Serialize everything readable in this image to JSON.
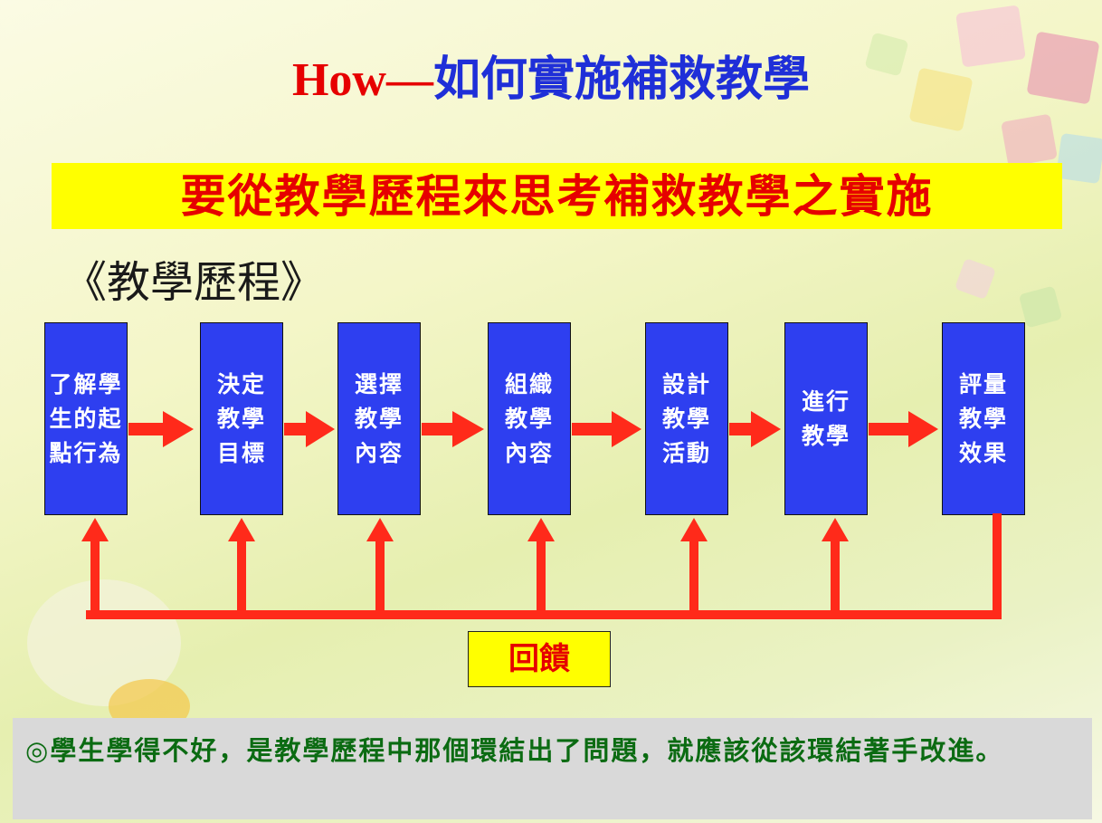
{
  "title": {
    "en": "How",
    "dash": "—",
    "zh": "如何實施補救教學"
  },
  "banner": "要從教學歷程來思考補救教學之實施",
  "process_label": "《教學歷程》",
  "steps": [
    {
      "label": "了解學\n生的起\n點行為"
    },
    {
      "label": "決定\n教學\n目標"
    },
    {
      "label": "選擇\n教學\n內容"
    },
    {
      "label": "組織\n教學\n內容"
    },
    {
      "label": "設計\n教學\n活動"
    },
    {
      "label": "進行\n教學"
    },
    {
      "label": "評量\n教學\n效果"
    }
  ],
  "feedback_label": "回饋",
  "note": {
    "mark": "◎",
    "text": "學生學得不好，是教學歷程中那個環結出了問題，就應該從該環結著手改進。"
  },
  "colors": {
    "step_fill": "#2e3ff0",
    "arrow": "#ff2a1a",
    "banner_bg": "#ffff00",
    "title_red": "#e60000",
    "title_blue": "#1f2fd8",
    "note_text": "#0b6b12"
  }
}
